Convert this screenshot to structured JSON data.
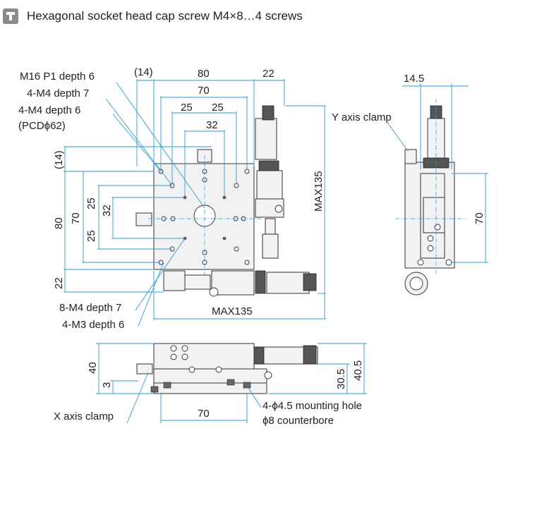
{
  "header": {
    "title": "Hexagonal socket head cap screw M4×8…4 screws"
  },
  "callouts": {
    "m16": "M16 P1 depth 6",
    "m4_7": "4-M4 depth 7",
    "m4_6": "4-M4 depth 6",
    "pcd": "(PCDϕ62)",
    "m4_8": "8-M4 depth 7",
    "m3": "4-M3 depth 6",
    "y_clamp": "Y axis clamp",
    "x_clamp": "X axis clamp",
    "mount1": "4-ϕ4.5 mounting hole",
    "mount2": "ϕ8 counterbore"
  },
  "dims": {
    "d14a": "(14)",
    "d80top": "80",
    "d22top": "22",
    "d70top": "70",
    "d25a": "25",
    "d25b": "25",
    "d32": "32",
    "d14side": "(14)",
    "d80left": "80",
    "d70left": "70",
    "d25l1": "25",
    "d32l": "32",
    "d25l2": "25",
    "d22left": "22",
    "max135r": "MAX135",
    "max135b": "MAX135",
    "d14_5": "14.5",
    "d70right": "70",
    "d40": "40",
    "d3": "3",
    "d70bottom": "70",
    "d30_5": "30.5",
    "d40_5": "40.5"
  }
}
